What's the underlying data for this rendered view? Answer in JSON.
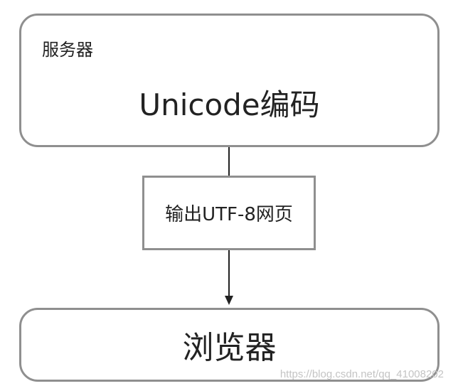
{
  "server": {
    "label": "服务器",
    "title": "Unicode编码"
  },
  "output": {
    "label": "输出UTF-8网页"
  },
  "browser": {
    "label": "浏览器"
  },
  "watermark": "https://blog.csdn.net/qq_41008202",
  "colors": {
    "border": "#8f8f8f",
    "text": "#222222",
    "line": "#222222"
  }
}
